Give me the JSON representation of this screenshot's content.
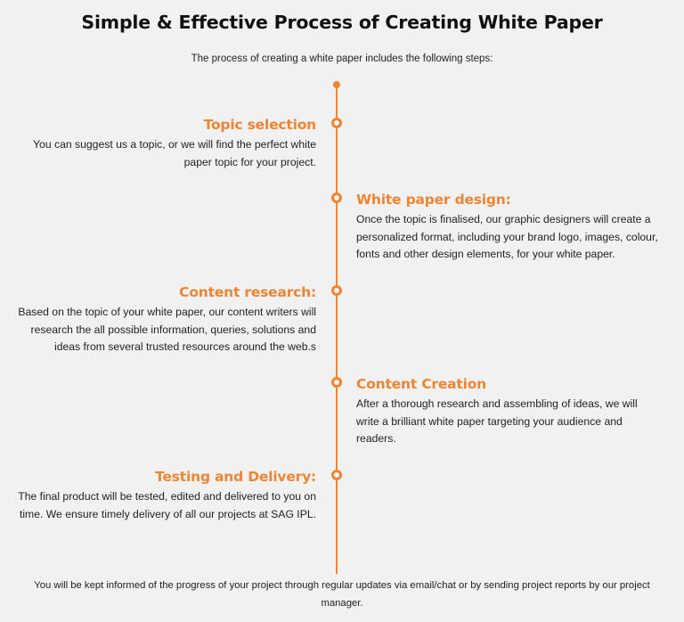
{
  "header": {
    "title": "Simple & Effective Process of Creating White Paper",
    "intro": "The process of creating a white paper includes the following steps:"
  },
  "timeline": {
    "accent_color": "#ef8533",
    "steps": [
      {
        "side": "left",
        "title": "Topic selection",
        "description_lines": [
          "You can suggest us a topic, or we will find the perfect white",
          "paper topic for your project."
        ]
      },
      {
        "side": "right",
        "title": "White paper design:",
        "description_lines": [
          "Once the topic is finalised, our graphic designers will create a",
          "personalized format, including your brand logo, images, colour,",
          "fonts and other design elements, for your white paper."
        ]
      },
      {
        "side": "left",
        "title": "Content research:",
        "description_lines": [
          "Based on the topic of your white paper, our content writers will",
          "research the all possible information, queries, solutions and",
          "ideas from several trusted resources around the web.s"
        ]
      },
      {
        "side": "right",
        "title": "Content Creation",
        "description_lines": [
          "After a thorough research and assembling of ideas, we will",
          "write a brilliant white paper targeting your audience and",
          "readers."
        ]
      },
      {
        "side": "left",
        "title": "Testing and Delivery:",
        "description_lines": [
          "The final product will be tested, edited and delivered to you on",
          "time. We ensure timely delivery of all our projects at SAG IPL."
        ]
      }
    ]
  },
  "footer": {
    "lines": [
      "You will be kept informed of the progress of your project through regular updates via email/chat or by sending project reports by our project",
      "manager."
    ]
  }
}
